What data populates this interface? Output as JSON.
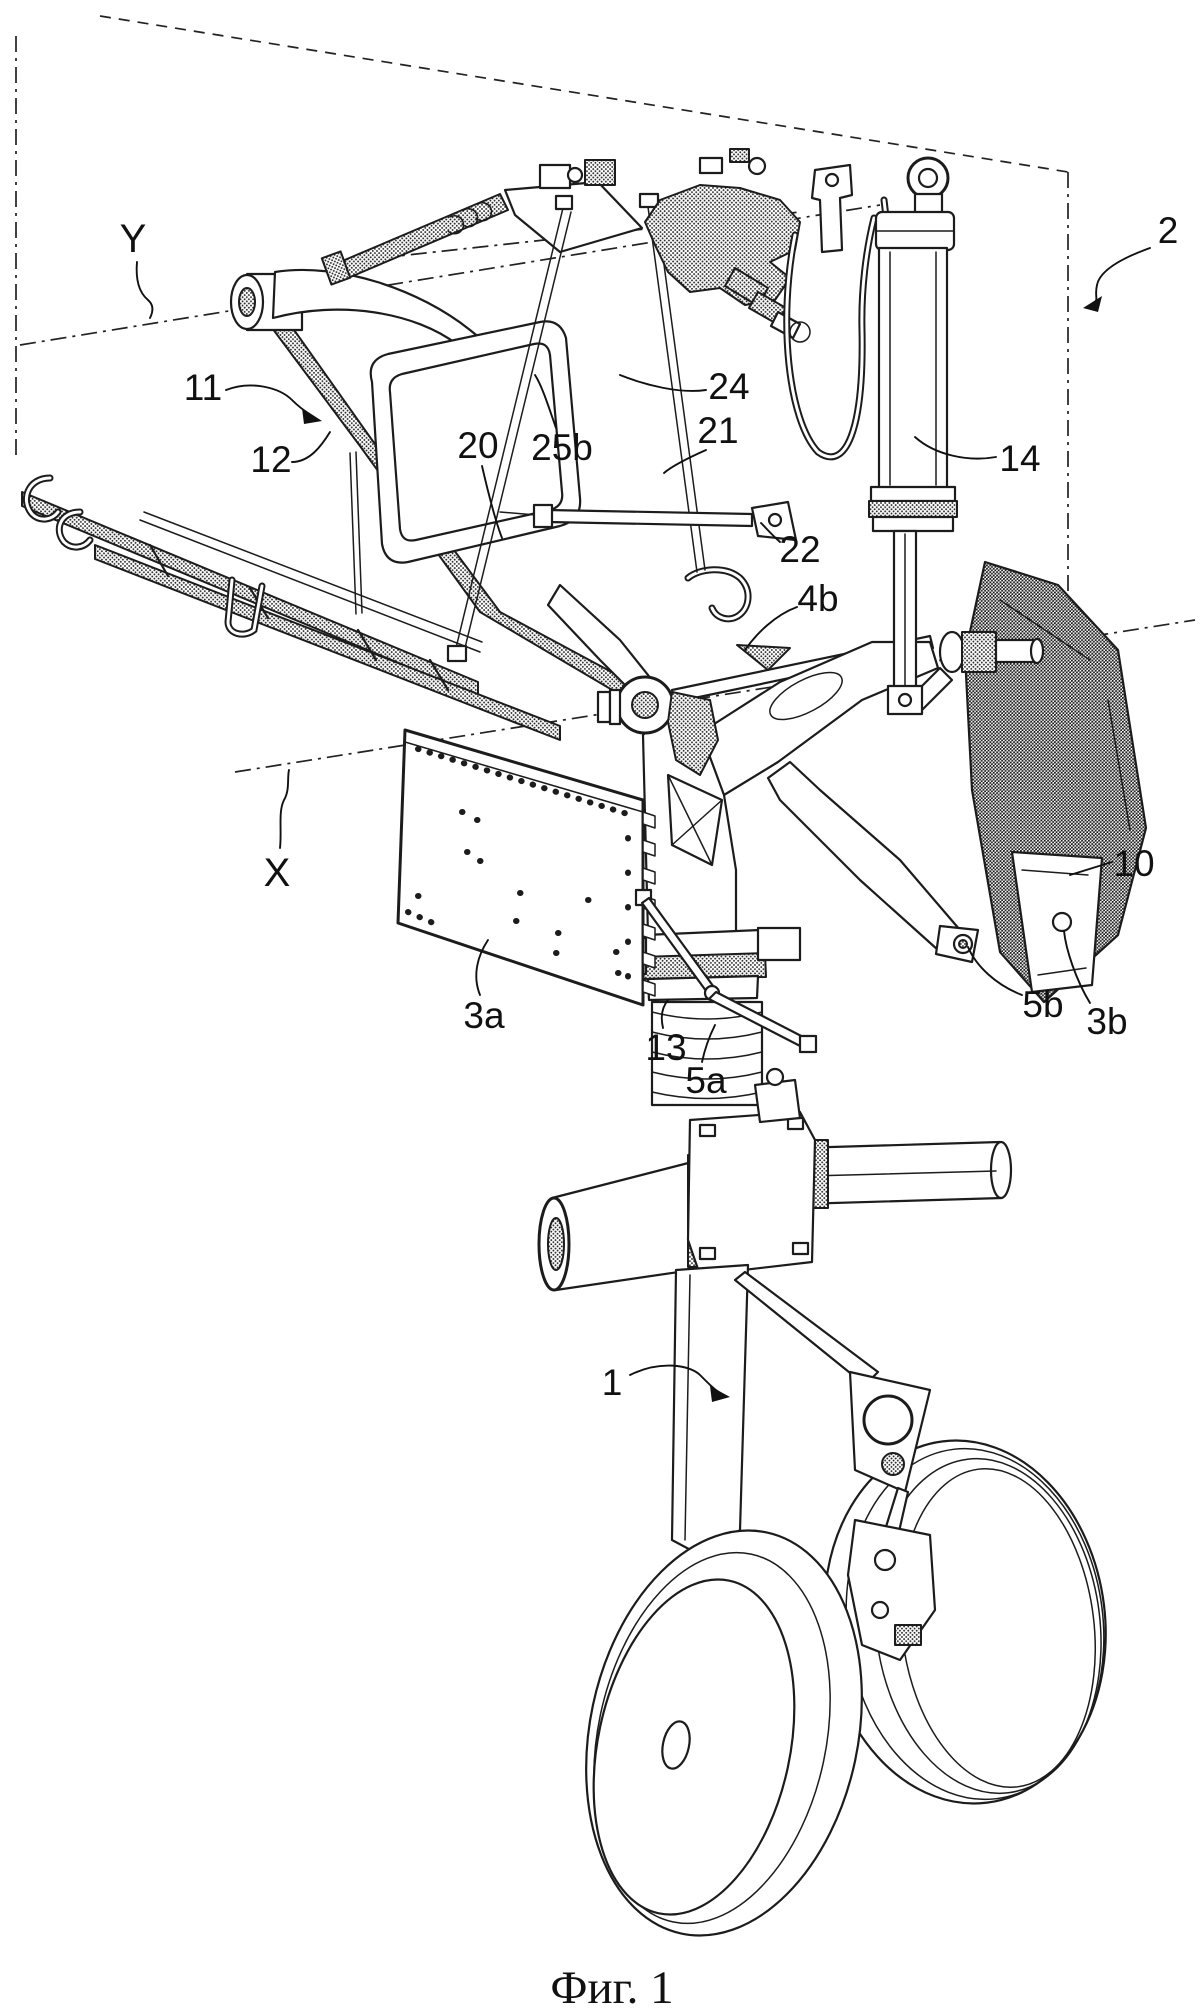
{
  "figure": {
    "caption": "Фиг. 1",
    "type": "patent-line-drawing",
    "subject": "aircraft landing gear assembly"
  },
  "labels": {
    "axis_y": "Y",
    "axis_x": "X",
    "ref_1": "1",
    "ref_2": "2",
    "ref_3a": "3a",
    "ref_3b": "3b",
    "ref_4b": "4b",
    "ref_5a": "5a",
    "ref_5b": "5b",
    "ref_10": "10",
    "ref_11": "11",
    "ref_12": "12",
    "ref_13": "13",
    "ref_14": "14",
    "ref_20": "20",
    "ref_21": "21",
    "ref_22": "22",
    "ref_24": "24",
    "ref_25b": "25b"
  }
}
